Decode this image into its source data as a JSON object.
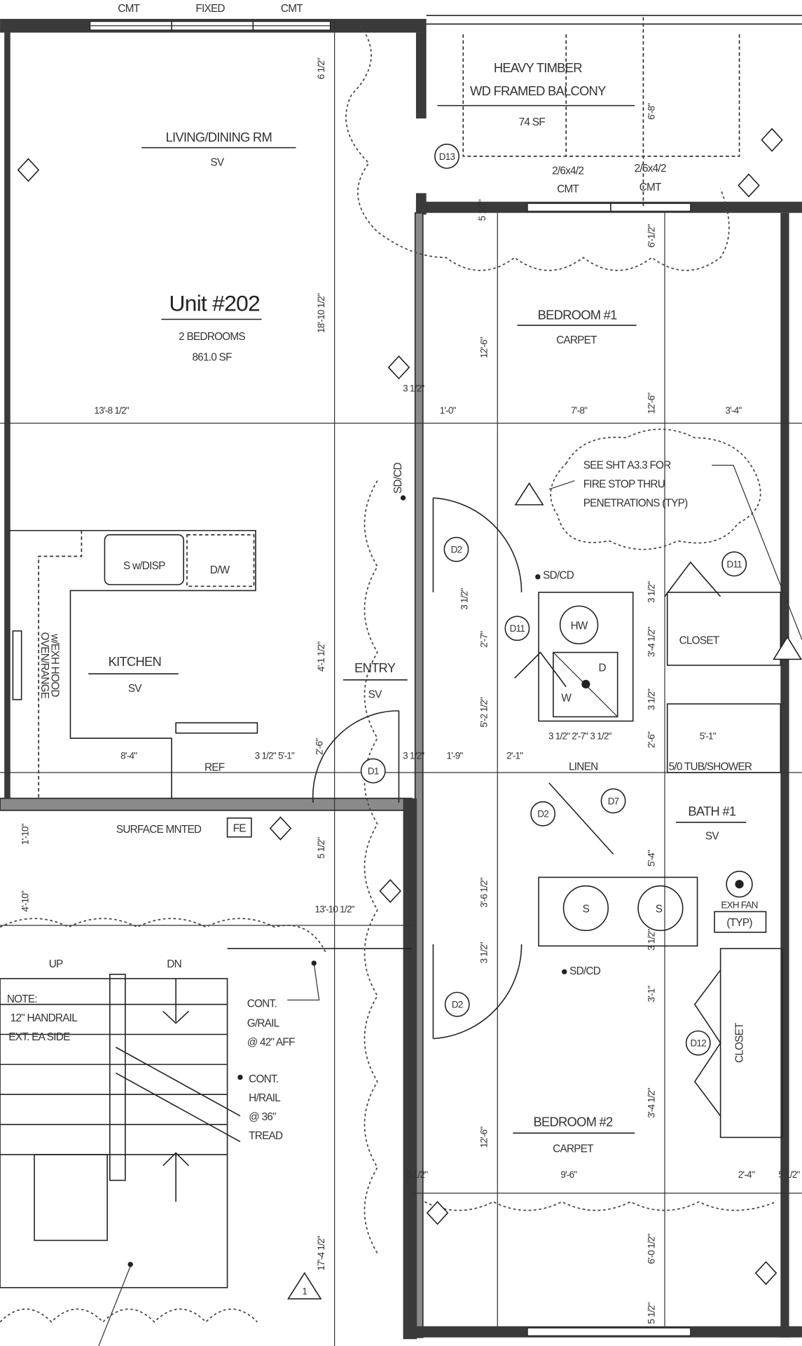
{
  "rooms": {
    "living": {
      "name": "LIVING/DINING RM",
      "finish": "SV"
    },
    "unit": {
      "name": "Unit #202",
      "bedrooms": "2 BEDROOMS",
      "area": "861.0 SF"
    },
    "balcony": {
      "line1": "HEAVY TIMBER",
      "line2": "WD FRAMED BALCONY",
      "area": "74 SF"
    },
    "bedroom1": {
      "name": "BEDROOM #1",
      "finish": "CARPET"
    },
    "bedroom2": {
      "name": "BEDROOM #2",
      "finish": "CARPET"
    },
    "kitchen": {
      "name": "KITCHEN",
      "finish": "SV"
    },
    "entry": {
      "name": "ENTRY",
      "finish": "SV"
    },
    "bath1": {
      "name": "BATH #1",
      "finish": "SV"
    },
    "closet1": "CLOSET",
    "closet2": "CLOSET",
    "linen": "LINEN",
    "tub": "5/0 TUB/SHOWER"
  },
  "fixtures": {
    "sink": "S w/DISP",
    "dishwasher": "D/W",
    "ref": "REF",
    "range": "OVEN/RANGE",
    "hood": "w/EXH HOOD",
    "water_heater": "HW",
    "dryer": "D",
    "washer": "W",
    "lav1": "S",
    "lav2": "S",
    "exh_fan": "EXH FAN",
    "exh_fan_typ": "(TYP)",
    "fe_label": "SURFACE MNTED",
    "fe": "FE"
  },
  "windows": [
    "CMT",
    "FIXED",
    "CMT",
    "2/6x4/2",
    "CMT",
    "2/6x4/2",
    "CMT"
  ],
  "doors": [
    "D13",
    "D2",
    "D11",
    "D11",
    "D1",
    "D7",
    "D2",
    "D2",
    "D12"
  ],
  "notes": {
    "firestop": [
      "SEE SHT A3.3 FOR",
      "FIRE STOP THRU",
      "PENETRATIONS (TYP)"
    ],
    "stair_note": [
      "NOTE:",
      "12\" HANDRAIL",
      "EXT. EA SIDE"
    ],
    "guardrail": [
      "CONT.",
      "G/RAIL",
      "@ 42\" AFF"
    ],
    "handrail": [
      "CONT.",
      "H/RAIL",
      "@ 36\"",
      "TREAD"
    ],
    "up": "UP",
    "dn": "DN",
    "sdcd": "SD/CD",
    "rev": "1"
  },
  "dims": [
    "6 1/2\"",
    "18'-10 1/2\"",
    "13'-8 1/2\"",
    "3 1/2\"",
    "1'-0\"",
    "7'-8\"",
    "12'-6\"",
    "3'-4\"",
    "5 1/2\"",
    "12'-6\"",
    "6'-1/2\"",
    "6'-8\"",
    "4'-1 1/2\"",
    "2'-6\"",
    "8'-4\"",
    "3 1/2\" 5'-1\"",
    "3 1/2\"",
    "1'-9\"",
    "2'-1\"",
    "3 1/2\"",
    "2'-7\"",
    "5'-2 1/2\"",
    "3 1/2\"  2'-7\"  3 1/2\"",
    "5'-1\"",
    "3 1/2\"",
    "3'-4 1/2\"",
    "3 1/2\"",
    "2'-6\"",
    "5 1/2\"",
    "13'-10 1/2\"",
    "1'-10\"",
    "4'-10\"",
    "3'-6 1/2\"",
    "3'-1\"",
    "3 1/2\"",
    "3 1/2\"",
    "3'-4 1/2\"",
    "12'-6\"",
    "5 1/2\"",
    "9'-6\"",
    "2'-4\"",
    "5 1/2\"",
    "6'-0 1/2\"",
    "17'-4 1/2\"",
    "5 1/2\"",
    "5'-4\""
  ]
}
